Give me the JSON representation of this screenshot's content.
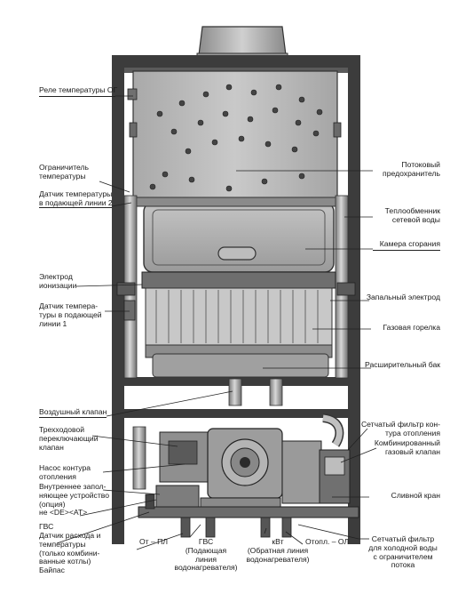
{
  "labels": {
    "relay": "Реле температуры ОГ",
    "limiter": "Ограничитель\nтемпературы",
    "sensor2": "Датчик температуры\nв подающей линии 2",
    "electrode": "Электрод\nионизации",
    "sensor1": "Датчик темпера-\nтуры в подающей\nлинии 1",
    "air_valve": "Воздушный клапан",
    "three_way": "Трехходовой\nпереключающий\nклапан",
    "pump": "Насос контура\nотопления",
    "filler": "Внутреннее запол-\nняющее устройство\n(опция)\nне <DE><AT>",
    "gvs": "ГВС",
    "flow_sensor": "Датчик расхода и\nтемпературы\n(только комбини-\nванные котлы)",
    "bypass": "Байпас",
    "draft": "Потоковый\nпредохранитель",
    "heat_exchanger": "Теплообменник\nсетевой воды",
    "chamber": "Камера сгорания",
    "ignition": "Запальный электрод",
    "burner": "Газовая горелка",
    "expansion": "Расширительный бак",
    "heating_filter": "Сетчатый фильтр кон-\nтура отопления",
    "gas_valve": "Комбинированный\nгазовый клапан",
    "drain": "Сливной кран",
    "cold_filter": "Сетчатый фильтр\nдля холодной воды\nс ограничителем\nпотока",
    "from_pl": "От – ПЛ",
    "gvs_supply": "ГВС\n(Подающая\nлиния\nводонагревателя)",
    "kvt": "кВт\n(Обратная линия\nводонагревателя)",
    "otopl": "Отопл. – ОЛ"
  },
  "colors": {
    "frame": "#3c3c3c",
    "panel": "#b8b8b8",
    "metal": "#9a9a9a",
    "dark": "#2b2b2b",
    "pipe": "#a8a8a8"
  }
}
